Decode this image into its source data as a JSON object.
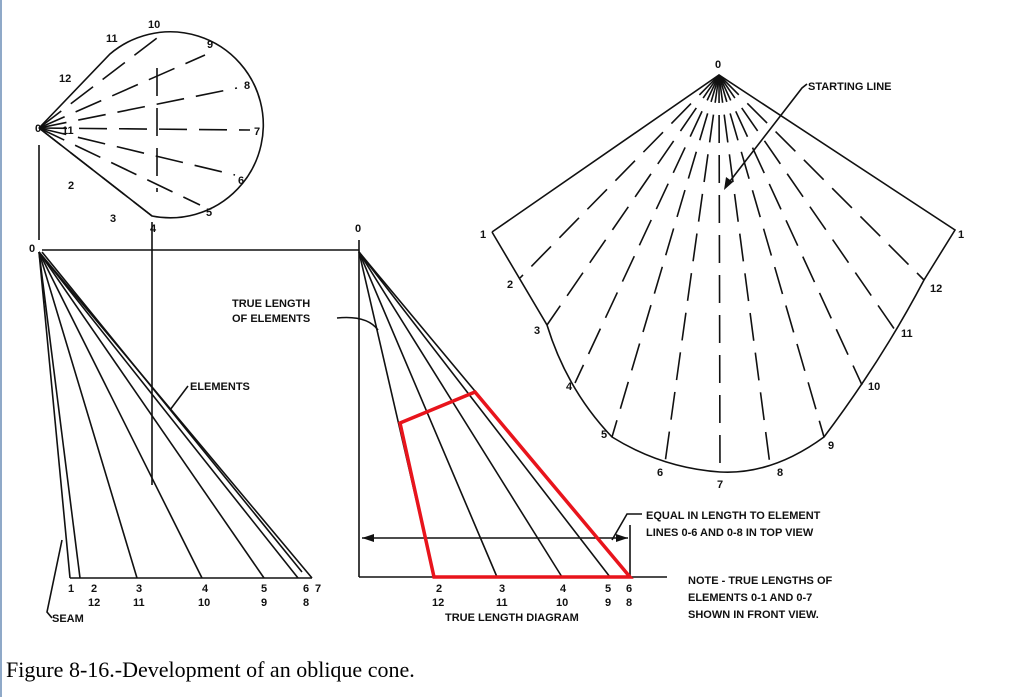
{
  "top_view": {
    "apex": "0",
    "points": [
      "10",
      "11",
      "12",
      "2",
      "3",
      "4",
      "5",
      "6",
      "7",
      "8",
      "9"
    ],
    "inner": "11"
  },
  "front_view": {
    "apex": "0",
    "base_top": [
      "1",
      "2",
      "3",
      "4",
      "5",
      "6",
      "7"
    ],
    "base_bottom": [
      "12",
      "11",
      "10",
      "9",
      "8"
    ],
    "seam": "SEAM",
    "elements": "ELEMENTS"
  },
  "true_length": {
    "apex": "0",
    "label": "TRUE LENGTH OF ELEMENTS",
    "label_l1": "TRUE LENGTH",
    "label_l2": "OF ELEMENTS",
    "base_top": [
      "2",
      "3",
      "4",
      "5",
      "6"
    ],
    "base_bottom": [
      "12",
      "11",
      "10",
      "9",
      "8"
    ],
    "title": "TRUE LENGTH DIAGRAM"
  },
  "development": {
    "apex": "0",
    "starting_line": "STARTING LINE",
    "points": [
      "1",
      "2",
      "3",
      "4",
      "5",
      "6",
      "7",
      "8",
      "9",
      "10",
      "11",
      "12",
      "1"
    ]
  },
  "notes": {
    "equal_l1": "EQUAL IN LENGTH TO ELEMENT",
    "equal_l2": "LINES 0-6 AND 0-8 IN TOP VIEW",
    "note_l1": "NOTE - TRUE LENGTHS OF",
    "note_l2": "ELEMENTS 0-1 AND 0-7",
    "note_l3": "SHOWN IN FRONT VIEW."
  },
  "highlight_color": "#e8141c",
  "caption": "Figure 8-16.-Development of an oblique cone."
}
